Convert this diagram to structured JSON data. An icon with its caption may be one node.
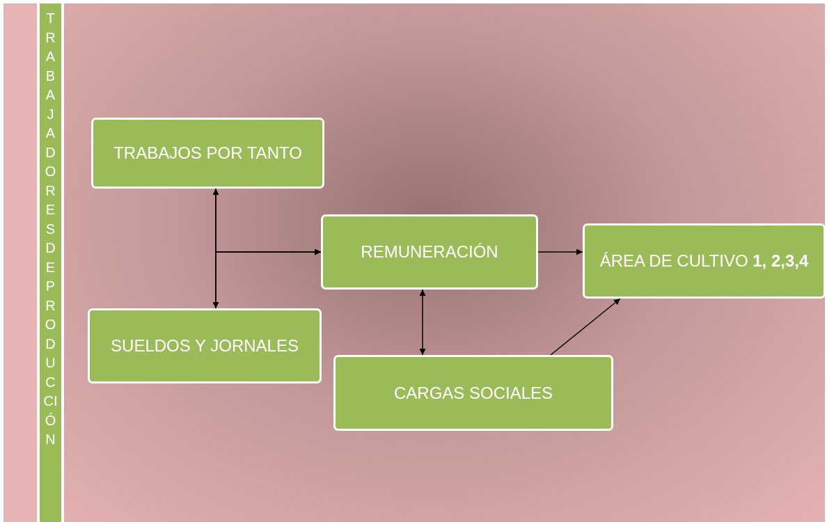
{
  "diagram": {
    "nodes": [
      {
        "text": [
          "TRABAJADORES DE PRODUCCIÓN"
        ]
      },
      {
        "text": [
          "TRABAJOS POR TANTO"
        ]
      },
      {
        "text": [
          "SUELDOS Y JORNALES"
        ]
      },
      {
        "text": [
          "REMUNERACIÓN"
        ]
      },
      {
        "text": [
          "ÁREA DE CULTIVO **1, 2,3,4**"
        ]
      },
      {
        "text": [
          "CARGAS SOCIALES"
        ]
      }
    ],
    "edges": [
      {
        "from": 1,
        "to": 2,
        "arrow": "both"
      },
      {
        "from": 1,
        "to": 3,
        "arrow": "to"
      },
      {
        "from": 2,
        "to": 3,
        "arrow": "to"
      },
      {
        "from": 3,
        "to": 4,
        "arrow": "to"
      },
      {
        "from": 3,
        "to": 5,
        "arrow": "both"
      },
      {
        "from": 5,
        "to": 4,
        "arrow": "to"
      }
    ]
  }
}
